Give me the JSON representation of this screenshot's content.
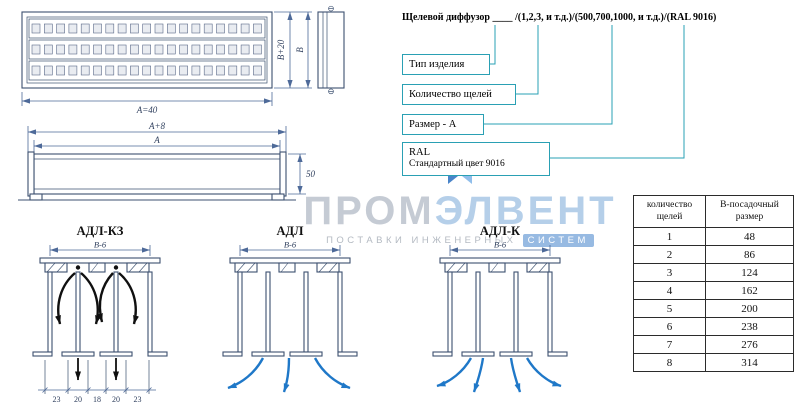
{
  "designation": {
    "text": "Щелевой диффузор ____ /(1,2,3, и т.д.)/(500,700,1000, и т.д.)/(RAL 9016)"
  },
  "callouts": {
    "product_type": "Тип изделия",
    "slot_count": "Количество щелей",
    "size": "Размер - А",
    "ral_title": "RAL",
    "ral_subtitle": "Стандартный цвет 9016"
  },
  "drawings": {
    "front": {
      "dim_width": "A=40",
      "dim_height_overall": "B+20",
      "dim_height": "B"
    },
    "profile": {
      "dim_outer": "A+8",
      "dim_inner": "A",
      "dim_height": "50"
    },
    "sections": {
      "adl_kz": {
        "label": "АДЛ-КЗ",
        "dim_top": "B-6",
        "dims_bottom": [
          "23",
          "20",
          "18",
          "20",
          "23"
        ]
      },
      "adl": {
        "label": "АДЛ",
        "dim_top": "B-6"
      },
      "adl_k": {
        "label": "АДЛ-К",
        "dim_top": "B-6"
      }
    }
  },
  "table": {
    "headers": [
      "количество\nщелей",
      "В-посадочный\nразмер"
    ],
    "rows": [
      [
        "1",
        "48"
      ],
      [
        "2",
        "86"
      ],
      [
        "3",
        "124"
      ],
      [
        "4",
        "162"
      ],
      [
        "5",
        "200"
      ],
      [
        "6",
        "238"
      ],
      [
        "7",
        "276"
      ],
      [
        "8",
        "314"
      ]
    ]
  },
  "watermark": {
    "brand_part1": "ПРОМ",
    "brand_part2": "ЭЛВЕНТ",
    "tagline_prefix": "поставки инженерных",
    "tagline_highlight": "систем"
  },
  "colors": {
    "drawing_line": "#3c5070",
    "dimension_line": "#4e6a99",
    "callout_teal": "#2aa0b4",
    "flow_arrow_blue": "#1f78c8",
    "damper_black": "#101010"
  }
}
